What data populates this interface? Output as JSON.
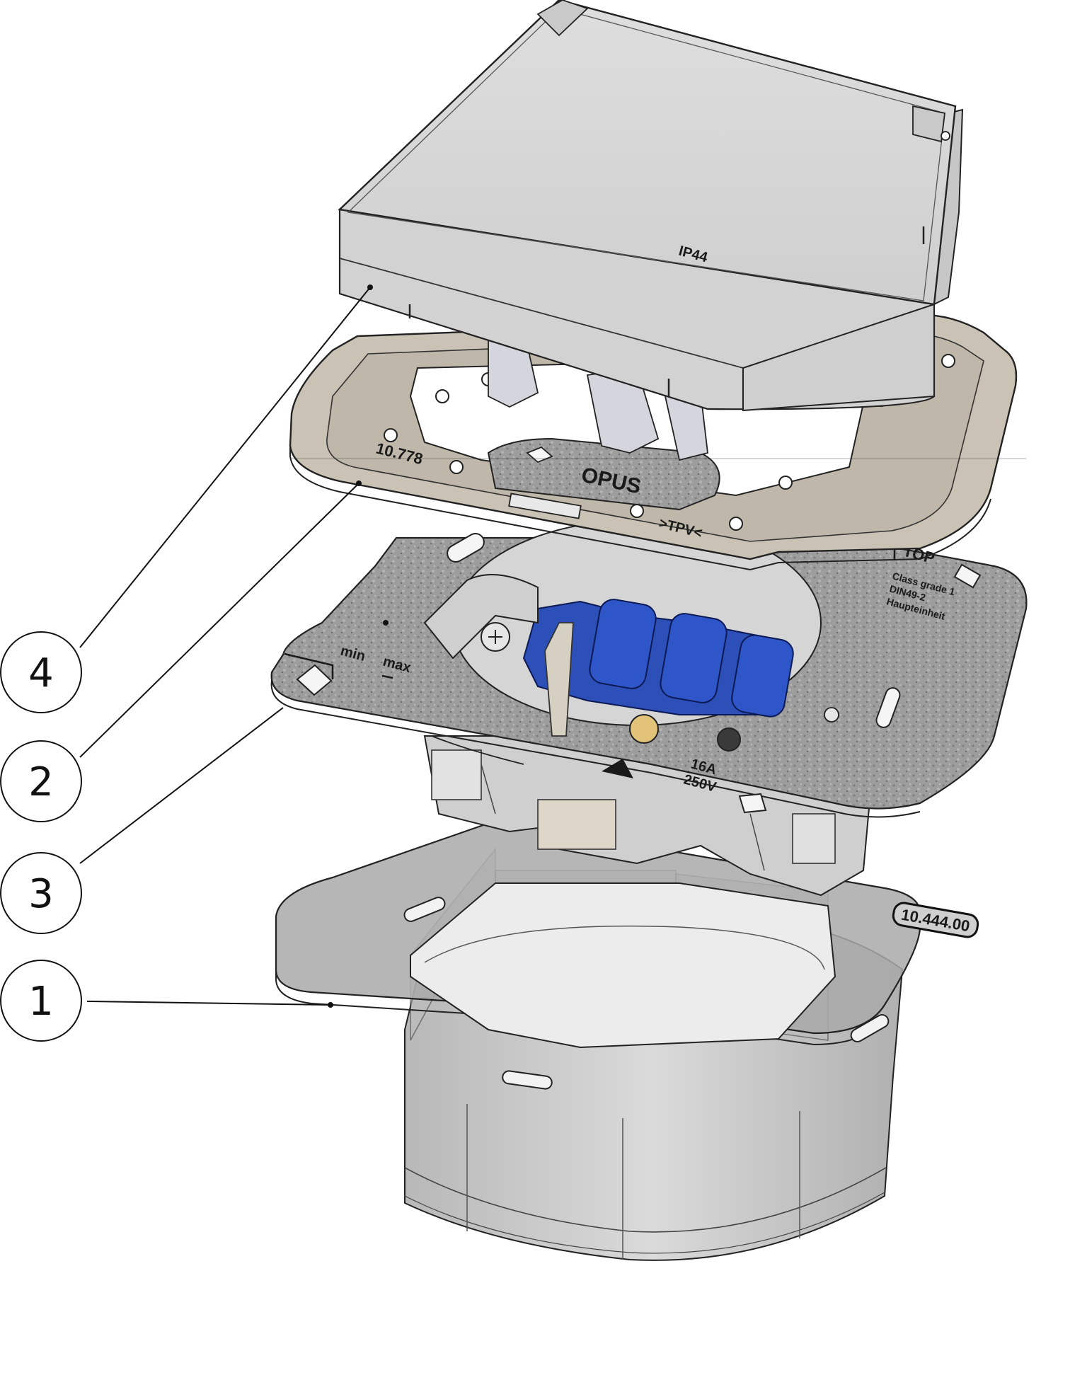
{
  "callouts": [
    {
      "id": "4",
      "label": "4"
    },
    {
      "id": "2",
      "label": "2"
    },
    {
      "id": "3",
      "label": "3"
    },
    {
      "id": "1",
      "label": "1"
    }
  ],
  "markings": {
    "cover_ip": "IP44",
    "frame_code": "10.778",
    "brand": "OPUS",
    "tpv": ">TPV<",
    "top": "TOP",
    "class_line1": "Class grade 1",
    "class_line2": "DIN49-2",
    "class_line3": "Haupteinheit",
    "min": "min",
    "max": "max",
    "rating_current": "16A",
    "rating_voltage": "250V",
    "base_code": "10.444.00"
  },
  "colors": {
    "cover": "#d4d4d4",
    "frame": "#c9c2b5",
    "plate": "#9a9a9a",
    "socket_insert": "#2d4fb8",
    "base": "#c6c6c6"
  }
}
